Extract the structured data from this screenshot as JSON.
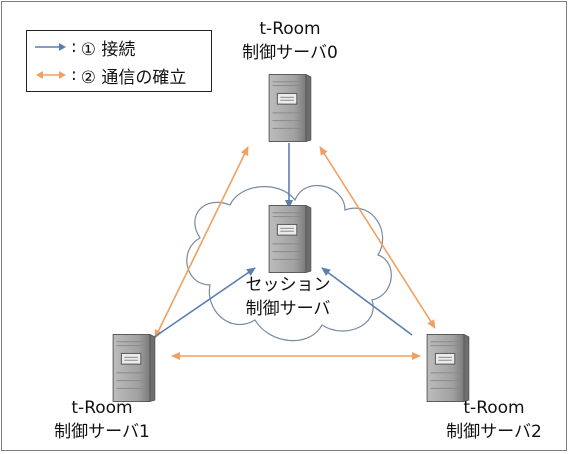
{
  "legend": {
    "connect_marker": "→:",
    "connect_label": "① 接続",
    "establish_marker": "↔:",
    "establish_label": "② 通信の確立"
  },
  "nodes": {
    "server0": {
      "line1": "t-Room",
      "line2": "制御サーバ0"
    },
    "server1": {
      "line1": "t-Room",
      "line2": "制御サーバ1"
    },
    "server2": {
      "line1": "t-Room",
      "line2": "制御サーバ2"
    },
    "session": {
      "line1": "セッション",
      "line2": "制御サーバ"
    }
  },
  "colors": {
    "connect_arrow": "#5b7fae",
    "establish_arrow": "#f0a060",
    "server_body": "#a6a6a6",
    "server_dark": "#6e6e6e",
    "cloud_stroke": "#7a8aa0"
  },
  "icons": [
    "server-tower-icon",
    "cloud-shape"
  ]
}
